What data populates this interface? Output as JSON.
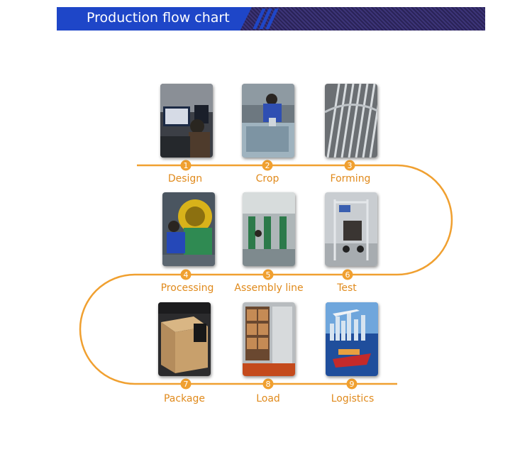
{
  "header": {
    "title": "Production flow chart"
  },
  "steps": [
    {
      "number": "1",
      "label": "Design",
      "icon": "design-photo"
    },
    {
      "number": "2",
      "label": "Crop",
      "icon": "crop-photo"
    },
    {
      "number": "3",
      "label": "Forming",
      "icon": "forming-photo"
    },
    {
      "number": "4",
      "label": "Processing",
      "icon": "processing-photo"
    },
    {
      "number": "5",
      "label": "Assembly line",
      "icon": "assembly-line-photo"
    },
    {
      "number": "6",
      "label": "Test",
      "icon": "test-photo"
    },
    {
      "number": "7",
      "label": "Package",
      "icon": "package-photo"
    },
    {
      "number": "8",
      "label": "Load",
      "icon": "load-photo"
    },
    {
      "number": "9",
      "label": "Logistics",
      "icon": "logistics-photo"
    }
  ],
  "colors": {
    "accent": "#f0a030",
    "label": "#e08a1c",
    "header_blue": "#1e46c8",
    "header_dark": "#2f2a62"
  }
}
